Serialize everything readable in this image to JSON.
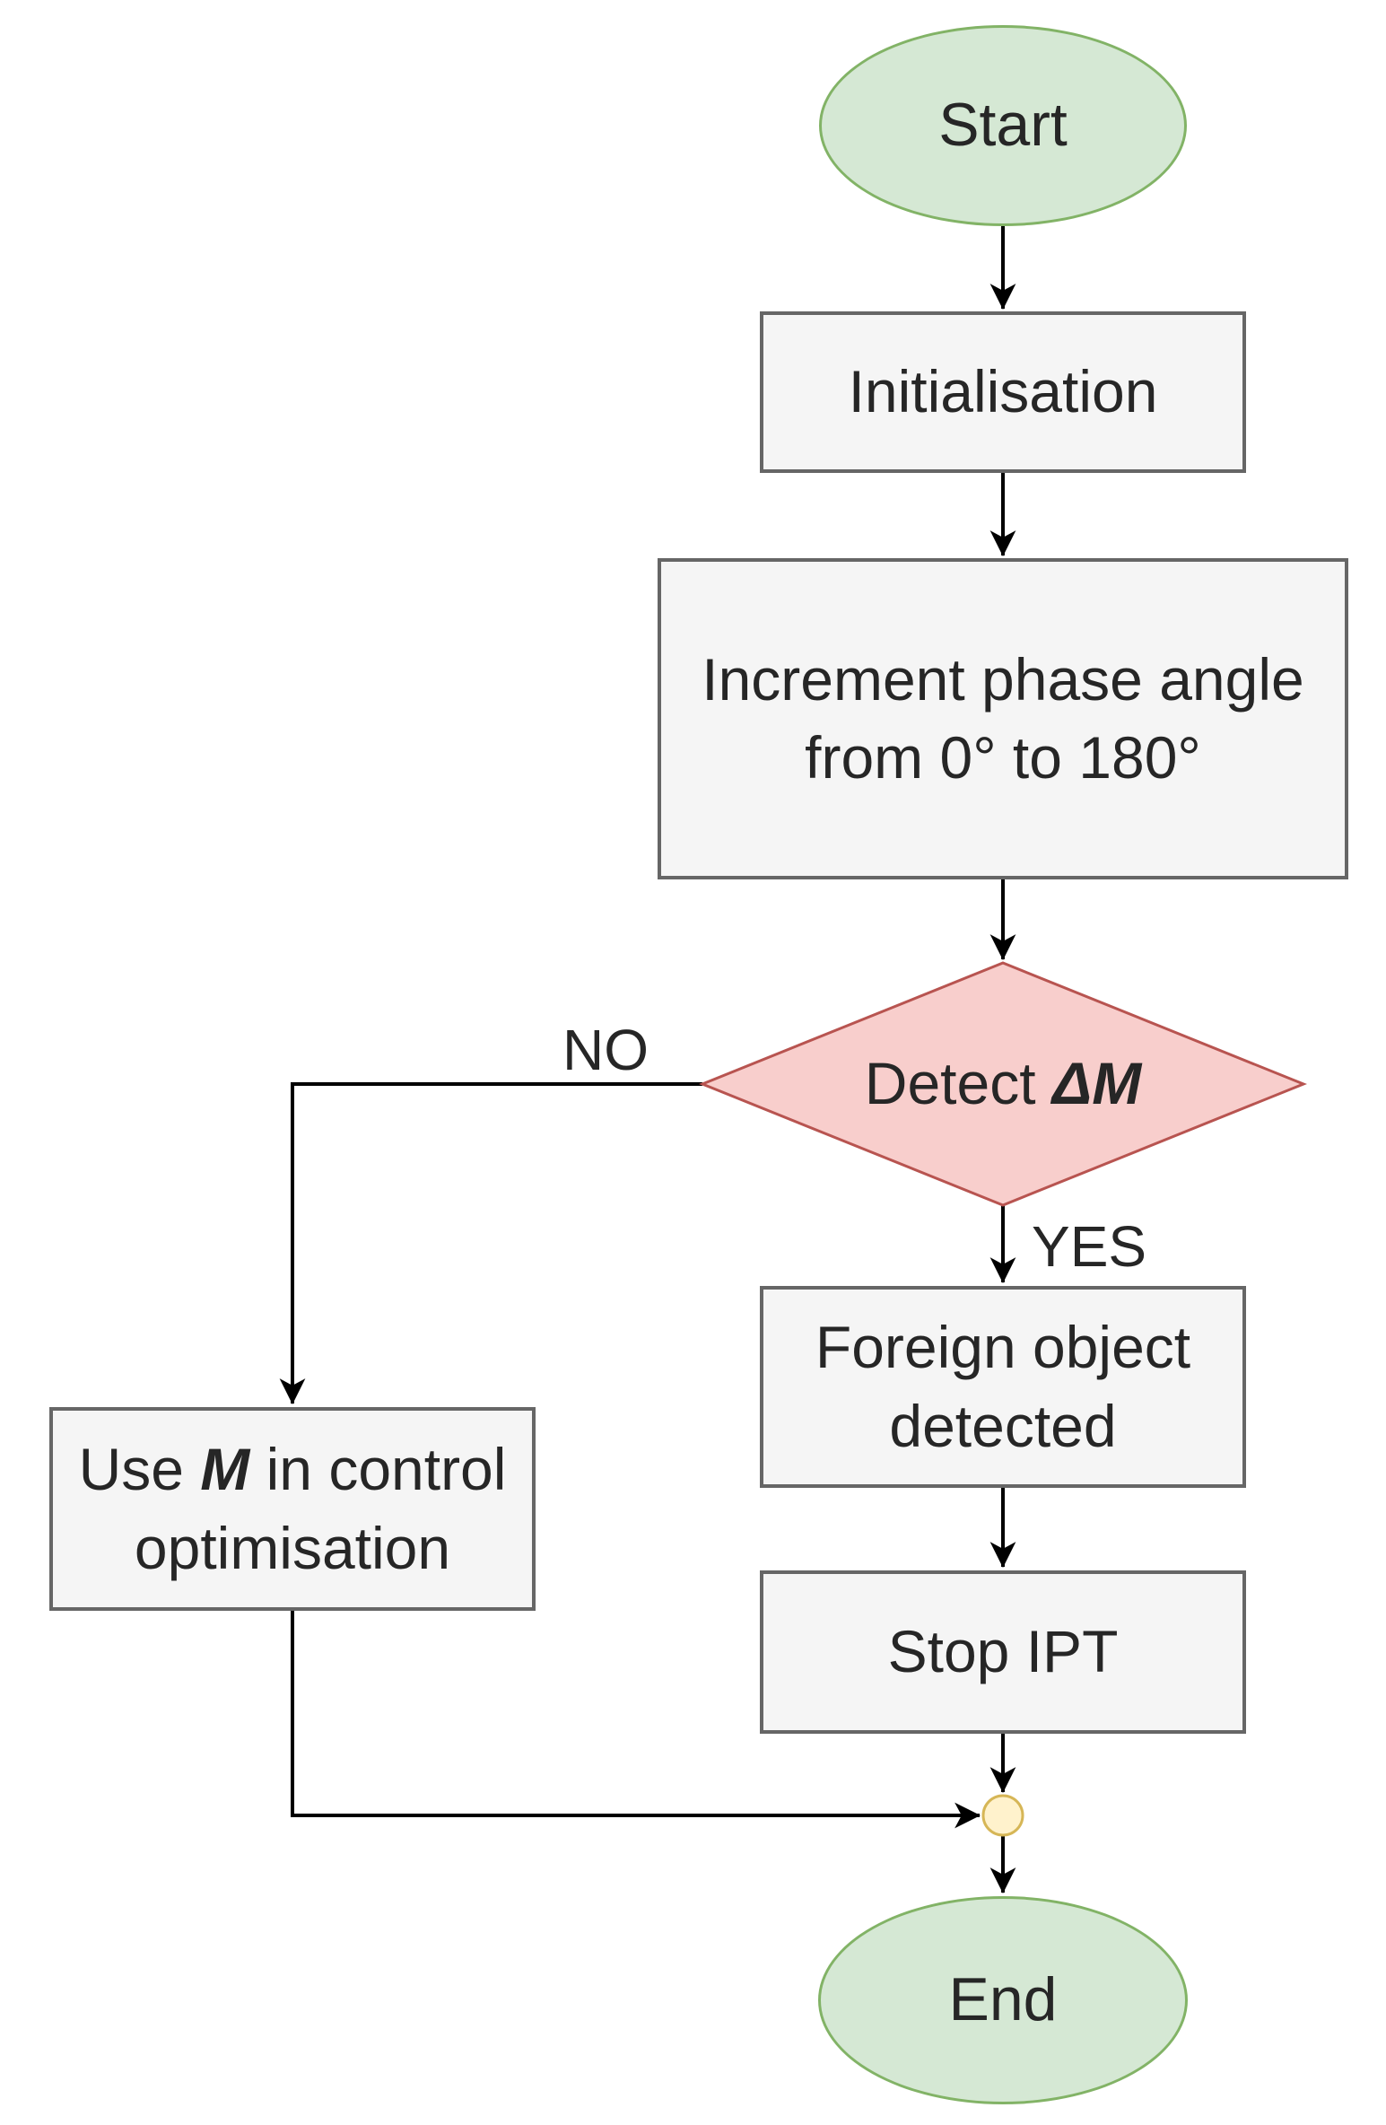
{
  "flowchart": {
    "nodes": {
      "start": {
        "label": "Start"
      },
      "initialisation": {
        "label": "Initialisation"
      },
      "increment": {
        "label": "Increment phase angle\nfrom 0° to 180°"
      },
      "detect": {
        "prefix": "Detect ",
        "symbol": "ΔM"
      },
      "foreign": {
        "label": "Foreign object\ndetected"
      },
      "use_m": {
        "prefix": "Use ",
        "symbol": "M",
        "suffix": " in control\noptimisation"
      },
      "stop": {
        "label": "Stop IPT"
      },
      "end": {
        "label": "End"
      }
    },
    "edge_labels": {
      "no": "NO",
      "yes": "YES"
    },
    "colors": {
      "terminal_fill": "#d5e8d4",
      "terminal_stroke": "#82b366",
      "process_fill": "#f5f5f5",
      "process_stroke": "#666666",
      "decision_fill": "#f8cecc",
      "decision_stroke": "#b85450",
      "connector_fill": "#fff2cc",
      "connector_stroke": "#d6b656",
      "edge_stroke": "#000000"
    }
  }
}
